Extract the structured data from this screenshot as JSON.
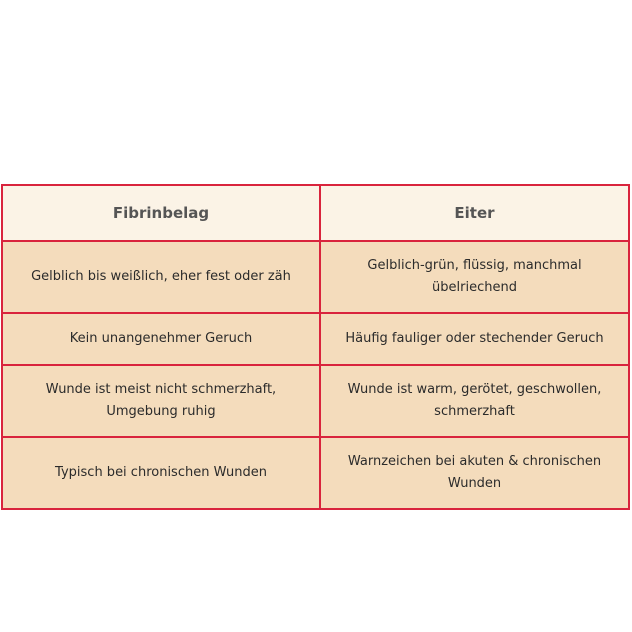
{
  "table": {
    "headers": [
      "Fibrinbelag",
      "Eiter"
    ],
    "rows": [
      [
        "Gelblich bis weißlich, eher fest oder zäh",
        "Gelblich-grün, flüssig, manchmal übelriechend"
      ],
      [
        "Kein unangenehmer Geruch",
        "Häufig fauliger oder stechender Geruch"
      ],
      [
        "Wunde ist meist nicht schmerzhaft, Umgebung ruhig",
        "Wunde ist warm, gerötet, geschwollen, schmerzhaft"
      ],
      [
        "Typisch bei chronischen Wunden",
        "Warnzeichen bei akuten & chronischen Wunden"
      ]
    ]
  },
  "colors": {
    "border": "#d9243d",
    "header_bg": "#fbf3e6",
    "cell_bg": "#f4dcbc",
    "text": "#2b2b2b"
  }
}
